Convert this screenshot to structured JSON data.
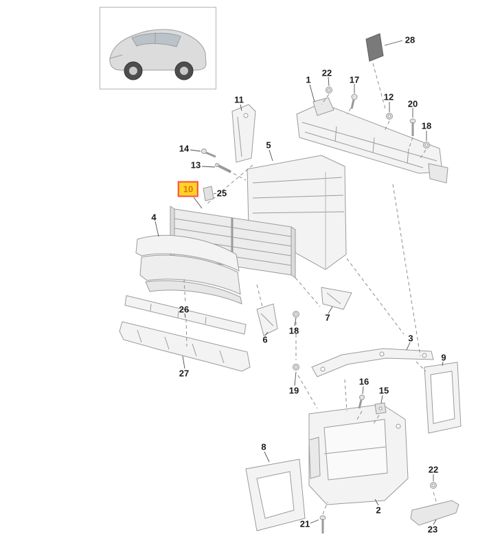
{
  "theme": {
    "highlight-bg": "#FFD42A",
    "highlight-border": "#FF4B3A",
    "highlight-text": "#D97800",
    "label-color": "#1A1A1A",
    "line-color": "#9A9A9A"
  },
  "vehicle": {
    "icon": "macan-suv-side-view"
  },
  "diagram": {
    "callouts": [
      {
        "label": "28",
        "highlighted": false
      },
      {
        "label": "1",
        "highlighted": false
      },
      {
        "label": "22",
        "highlighted": false
      },
      {
        "label": "17",
        "highlighted": false
      },
      {
        "label": "12",
        "highlighted": false
      },
      {
        "label": "20",
        "highlighted": false
      },
      {
        "label": "18",
        "highlighted": false
      },
      {
        "label": "11",
        "highlighted": false
      },
      {
        "label": "14",
        "highlighted": false
      },
      {
        "label": "13",
        "highlighted": false
      },
      {
        "label": "5",
        "highlighted": false
      },
      {
        "label": "10",
        "highlighted": true
      },
      {
        "label": "25",
        "highlighted": false
      },
      {
        "label": "4",
        "highlighted": false
      },
      {
        "label": "26",
        "highlighted": false
      },
      {
        "label": "27",
        "highlighted": false
      },
      {
        "label": "6",
        "highlighted": false
      },
      {
        "label": "18",
        "highlighted": false
      },
      {
        "label": "7",
        "highlighted": false
      },
      {
        "label": "3",
        "highlighted": false
      },
      {
        "label": "9",
        "highlighted": false
      },
      {
        "label": "19",
        "highlighted": false
      },
      {
        "label": "16",
        "highlighted": false
      },
      {
        "label": "15",
        "highlighted": false
      },
      {
        "label": "8",
        "highlighted": false
      },
      {
        "label": "2",
        "highlighted": false
      },
      {
        "label": "21",
        "highlighted": false
      },
      {
        "label": "22",
        "highlighted": false
      },
      {
        "label": "23",
        "highlighted": false
      }
    ]
  }
}
